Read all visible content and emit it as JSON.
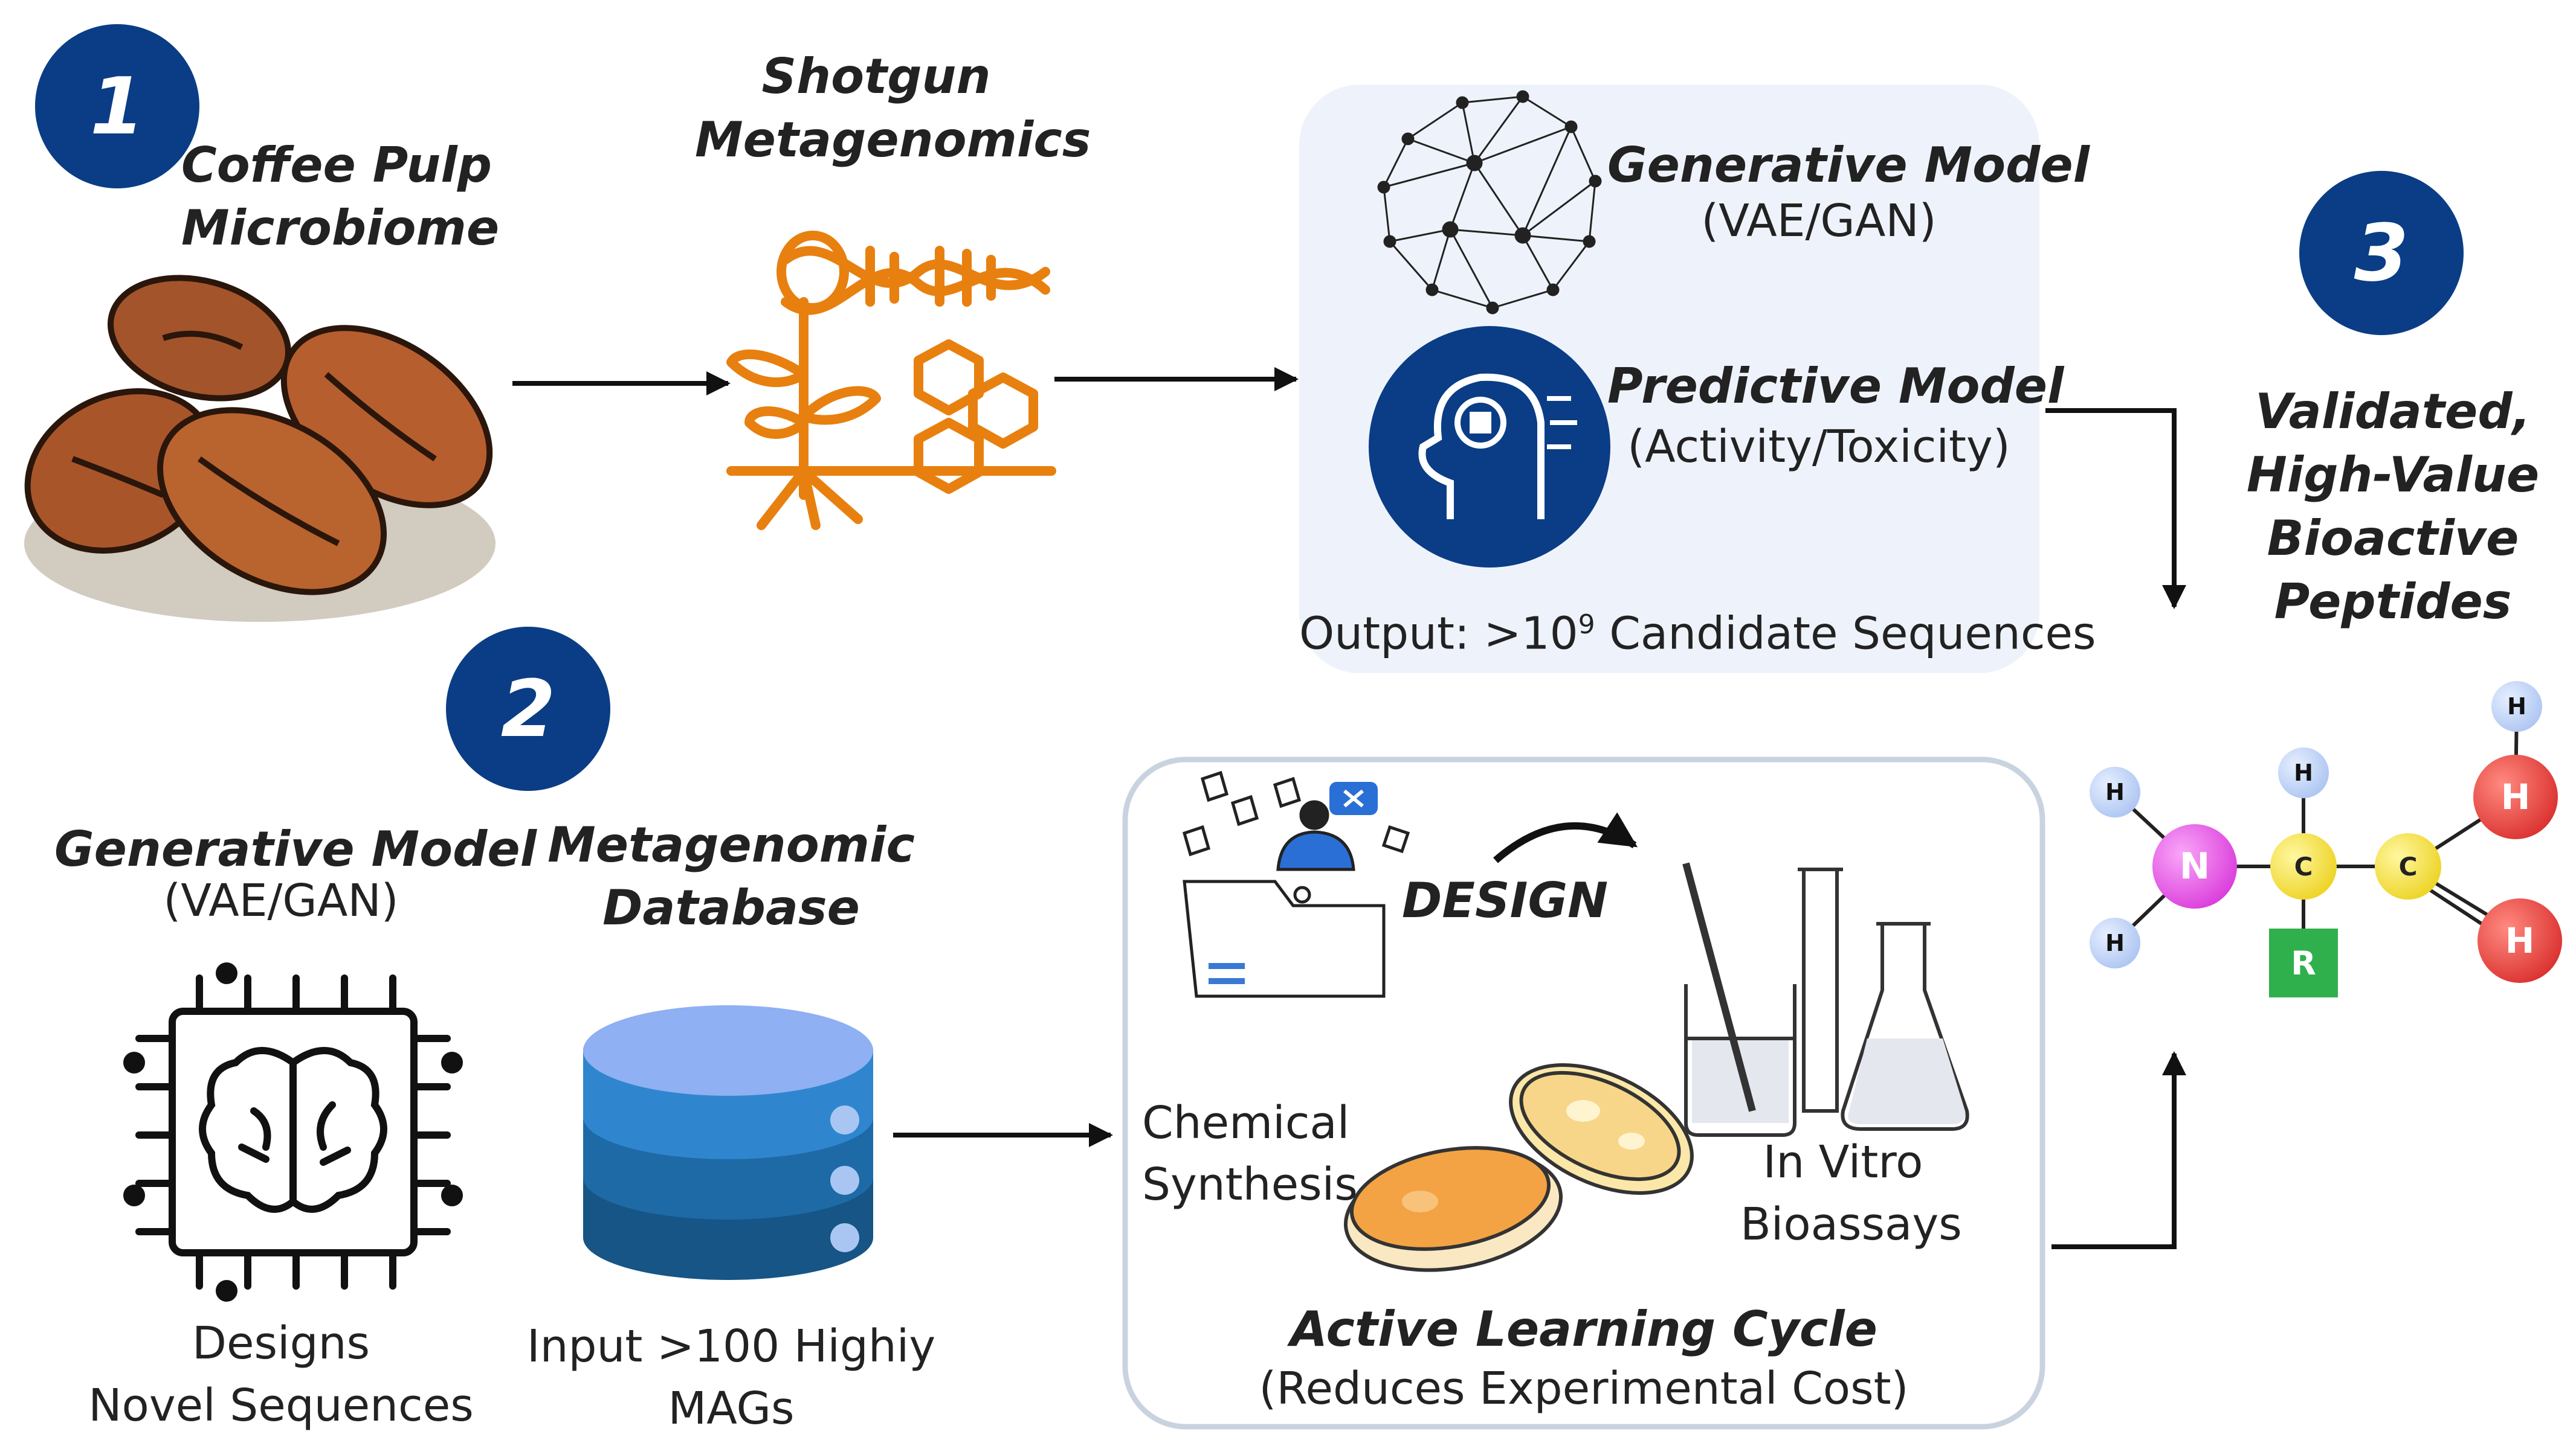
{
  "steps": {
    "one": "1",
    "two": "2",
    "three": "3"
  },
  "coffee": {
    "title_line1": "Coffee Pulp",
    "title_line2": "Microbiome"
  },
  "shotgun": {
    "title_line1": "Shotgun",
    "title_line2": "Metagenomics"
  },
  "top_panel": {
    "generative_title": "Generative Model",
    "generative_sub": "(VAE/GAN)",
    "predictive_title": "Predictive Model",
    "predictive_sub": "(Activity/Toxicity)",
    "output_prefix": "Output: >10",
    "output_exp": "9",
    "output_suffix": " Candidate Sequences"
  },
  "left_gen": {
    "title": "Generative Model",
    "sub": "(VAE/GAN)",
    "caption_line1": "Designs",
    "caption_line2": "Novel Sequences"
  },
  "database": {
    "title_line1": "Metagenomic",
    "title_line2": "Database",
    "caption_line1": "Input >100 Highiy",
    "caption_line2": "MAGs"
  },
  "cycle": {
    "design": "DESIGN",
    "synthesis_line1": "Chemical",
    "synthesis_line2": "Synthesis",
    "assay_line1": "In Vitro",
    "assay_line2": "Bioassays",
    "title": "Active Learning Cycle",
    "sub": "(Reduces Experimental Cost)"
  },
  "result": {
    "line1": "Validated,",
    "line2": "High-Value",
    "line3": "Bioactive",
    "line4": "Peptides"
  },
  "molecule": {
    "h": "H",
    "n": "N",
    "c": "C",
    "r": "R"
  },
  "colors": {
    "step_circle": "#0a3d85",
    "dna_orange": "#e8800f",
    "panel_bg": "#eef3fb",
    "database_blues": [
      "#8fb0f2",
      "#2f86cf",
      "#1d6aa6",
      "#165585"
    ],
    "atom_n": "#e43ee4",
    "atom_c": "#f6de18",
    "atom_h": "#e53935",
    "atom_h_small": "#b7cdf7",
    "atom_r": "#2fb04d"
  }
}
